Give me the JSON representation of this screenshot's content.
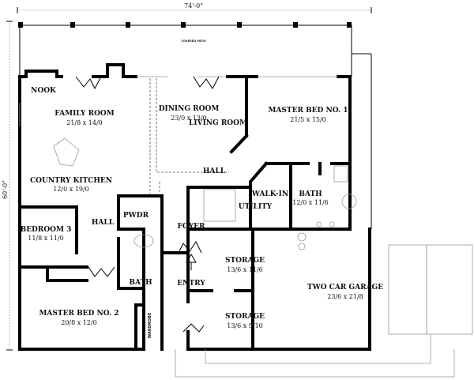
{
  "dimensions": {
    "width_label": "74'-0\"",
    "depth_label": "60'-0\""
  },
  "covered_patio": "COVERED PATIO",
  "rooms": {
    "nook": {
      "name": "NOOK"
    },
    "family_room": {
      "name": "FAMILY ROOM",
      "size": "21/8 x 14/0"
    },
    "dining_room": {
      "name": "DINING ROOM",
      "size": "23/0 x 13/0"
    },
    "living_room": {
      "name": "LIVING ROOM"
    },
    "master_bed_1": {
      "name": "MASTER BED NO. 1",
      "size": "21/5 x 15/0"
    },
    "hall_main": {
      "name": "HALL"
    },
    "country_kitchen": {
      "name": "COUNTRY KITCHEN",
      "size": "12/0 x 19/0"
    },
    "walk_in": {
      "name": "WALK-IN"
    },
    "master_bath": {
      "name": "BATH",
      "size": "12/0 x 11/6"
    },
    "utility": {
      "name": "UTILITY"
    },
    "pwdr": {
      "name": "PWDR"
    },
    "hall_west": {
      "name": "HALL"
    },
    "foyer": {
      "name": "FOYER"
    },
    "bedroom_3": {
      "name": "BEDROOM 3",
      "size": "11/8 x 11/0"
    },
    "storage_1": {
      "name": "STORAGE",
      "size": "13/6 x 11/6"
    },
    "entry": {
      "name": "ENTRY"
    },
    "bath_2": {
      "name": "BATH"
    },
    "garage": {
      "name": "TWO CAR GARAGE",
      "size": "23/6 x 21/8"
    },
    "master_bed_2": {
      "name": "MASTER BED NO. 2",
      "size": "20/8 x 12/0"
    },
    "storage_2": {
      "name": "STORAGE",
      "size": "13/6 x 9/10"
    },
    "wardrobe": {
      "name": "WARDROBE"
    }
  }
}
